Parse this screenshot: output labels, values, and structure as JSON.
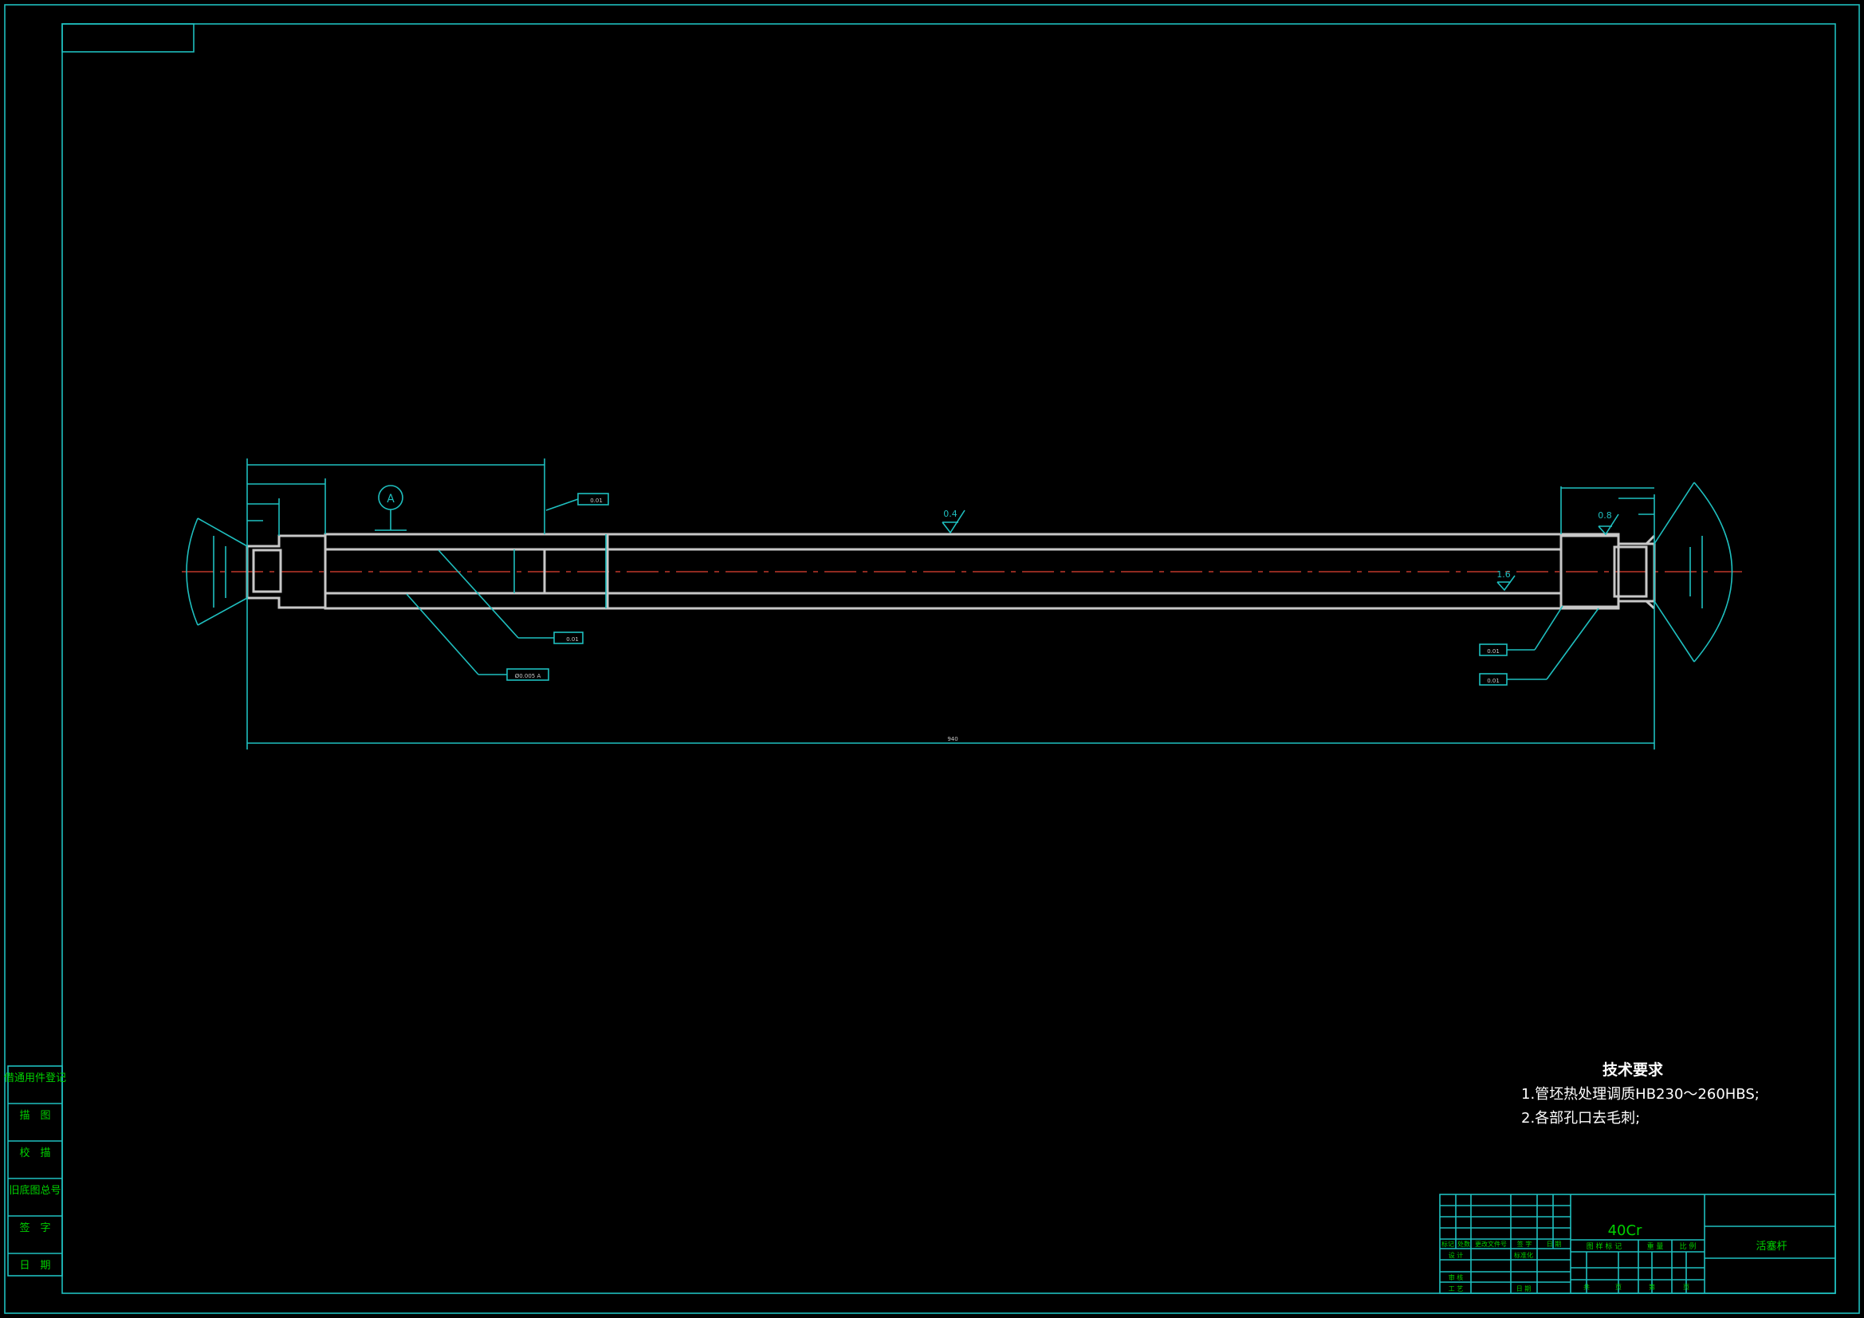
{
  "sheet": {
    "side_labels": [
      "借通用件登记",
      "描　图",
      "校　描",
      "旧底图总号",
      "签　字",
      "日　期"
    ]
  },
  "technical_requirements": {
    "title": "技术要求",
    "items": [
      "1.管坯热处理调质HB230～260HBS;",
      "2.各部孔口去毛刺;"
    ]
  },
  "title_block": {
    "material": "40Cr",
    "part_name": "活塞杆",
    "header_row": [
      "标记",
      "处数",
      "更改文件号",
      "签 字",
      "日 期"
    ],
    "left_labels": [
      "设 计",
      "标准化",
      "审 核",
      "工 艺",
      "日 期"
    ],
    "right_labels": [
      "图 样 标 记",
      "重 量",
      "比 例"
    ],
    "bottom_labels": [
      "共",
      "页",
      "第",
      "页"
    ]
  },
  "annotations": {
    "roughness": [
      "0.4",
      "0.8",
      "1.6"
    ],
    "datum": "A",
    "overall_length": "940",
    "tolerance_frames": [
      "0.01",
      "0.01",
      "0.01",
      "0.01",
      "Ø0.005 A"
    ]
  },
  "colors": {
    "background": "#000000",
    "frame": "#1fbfbf",
    "outline": "#c8c8c8",
    "centerline": "#c0392b",
    "title_text": "#00d000",
    "note_text": "#ffffff"
  }
}
